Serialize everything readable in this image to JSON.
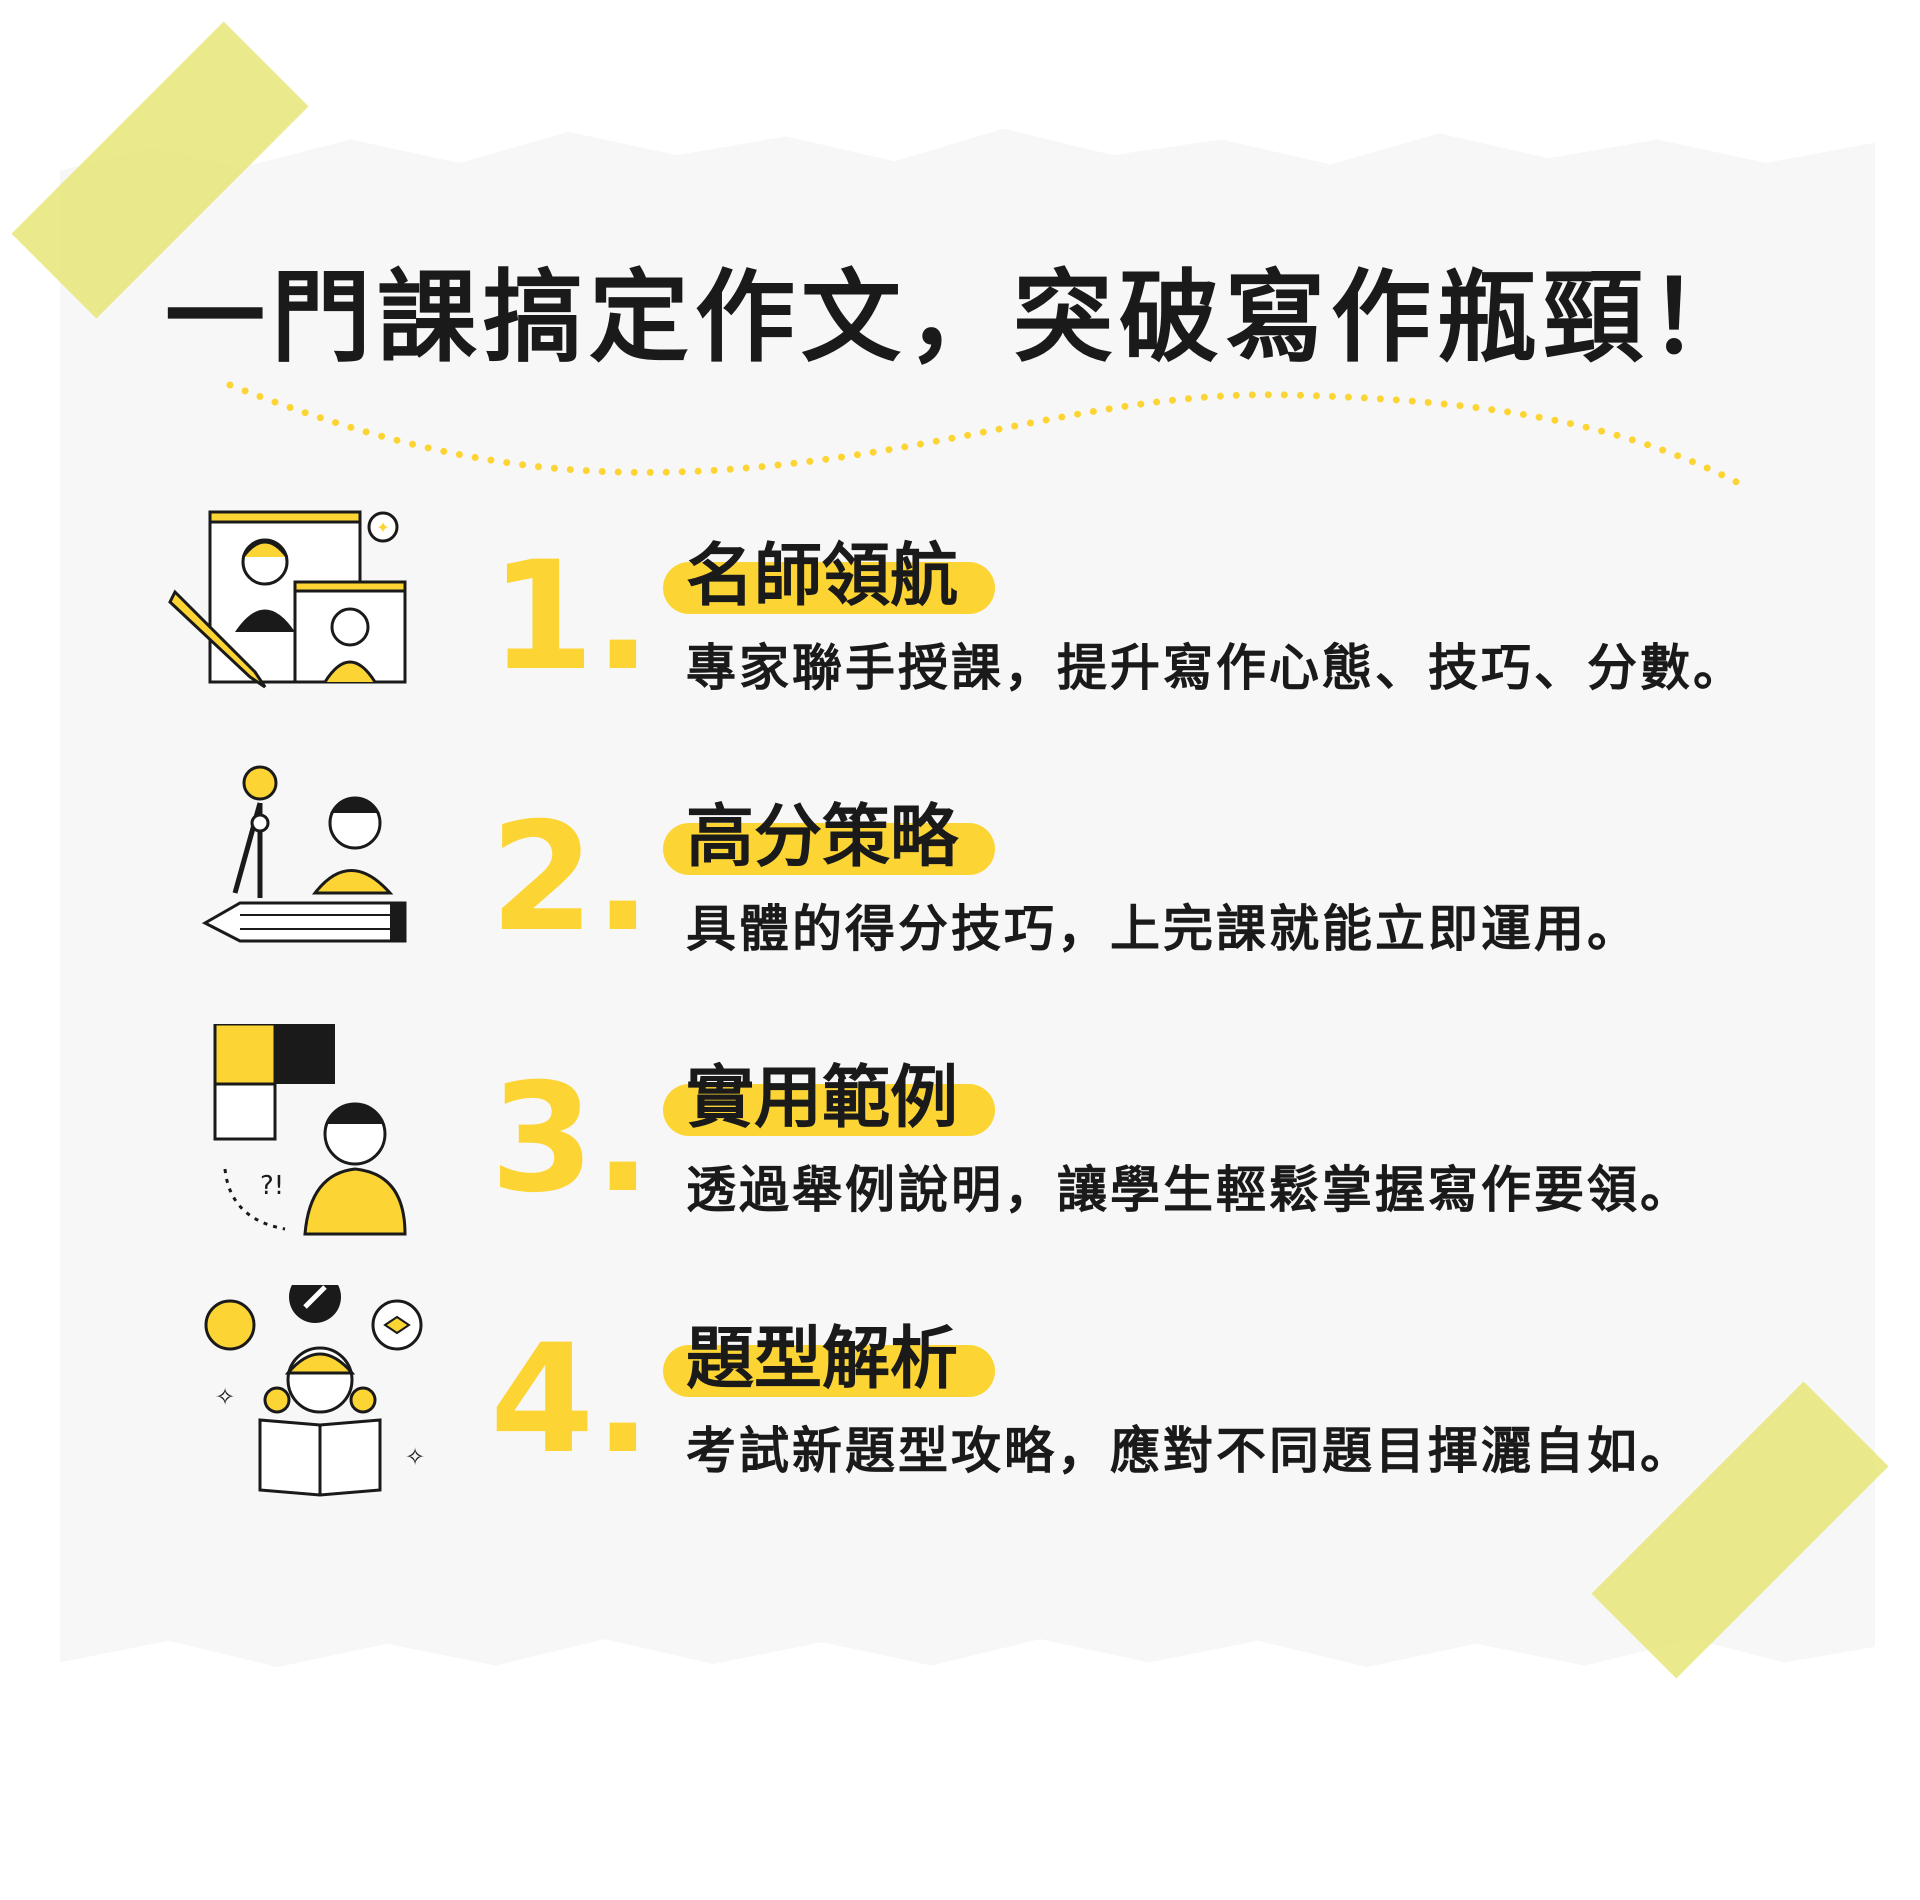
{
  "title": "一門課搞定作文，突破寫作瓶頸！",
  "colors": {
    "accent": "#fcd535",
    "tape": "#e8e88a",
    "paper": "#f7f7f7",
    "text": "#1a1a1a"
  },
  "items": [
    {
      "number": "1.",
      "heading": "名師領航",
      "description": "專家聯手授課，提升寫作心態、技巧、分數。",
      "icon": "online-teacher-icon"
    },
    {
      "number": "2.",
      "heading": "高分策略",
      "description": "具體的得分技巧，上完課就能立即運用。",
      "icon": "strategy-compass-pencil-icon"
    },
    {
      "number": "3.",
      "heading": "實用範例",
      "description": "透過舉例說明，讓學生輕鬆掌握寫作要領。",
      "icon": "puzzle-thinking-icon"
    },
    {
      "number": "4.",
      "heading": "題型解析",
      "description": "考試新題型攻略，應對不同題目揮灑自如。",
      "icon": "reading-student-icon"
    }
  ]
}
